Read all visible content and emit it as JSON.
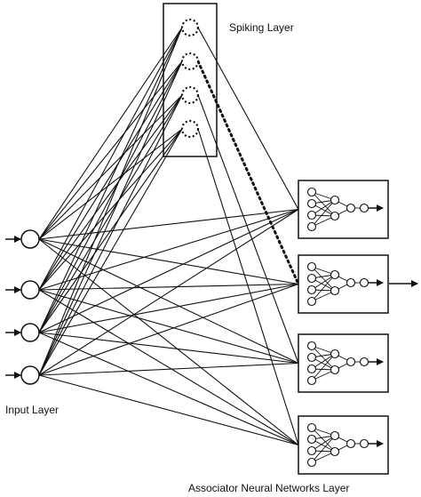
{
  "labels": {
    "spiking_layer": "Spiking Layer",
    "input_layer": "Input Layer",
    "associator_layer": "Associator Neural Networks Layer"
  },
  "colors": {
    "ink": "#111111",
    "background": "#ffffff"
  },
  "counts": {
    "input_nodes": 4,
    "spiking_neurons": 4,
    "associator_networks": 4
  }
}
